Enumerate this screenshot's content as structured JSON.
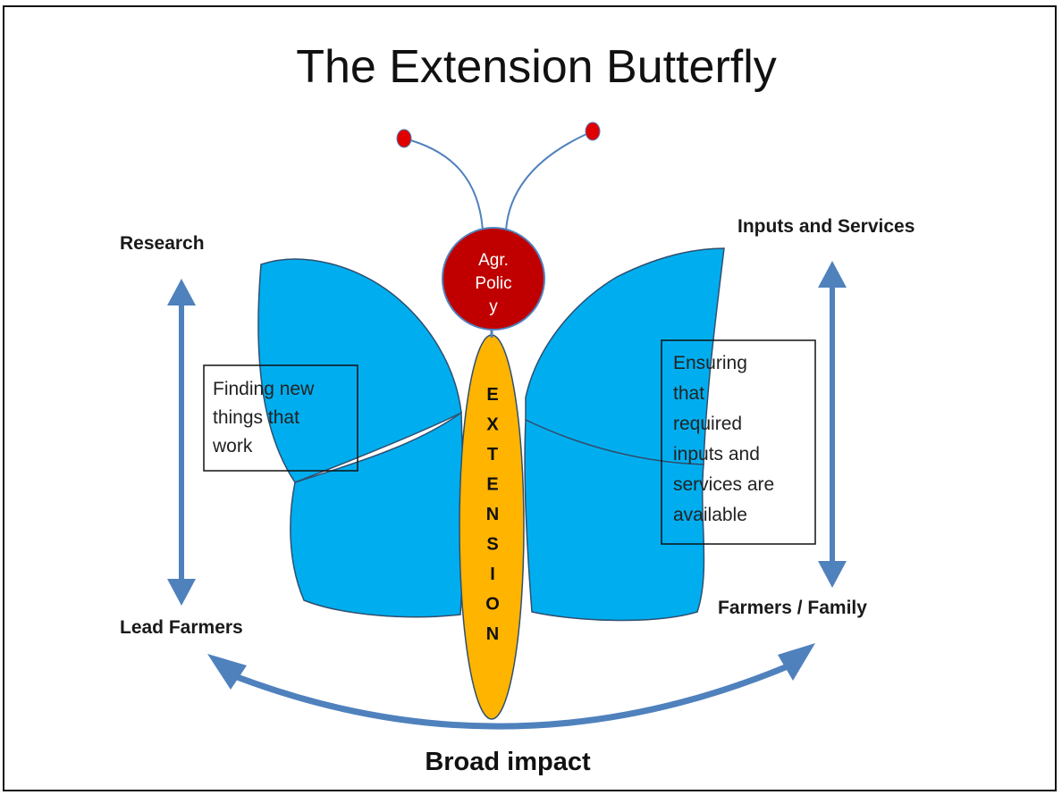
{
  "title": "The Extension Butterfly",
  "head": {
    "lines": [
      "Agr.",
      "Polic",
      "y"
    ]
  },
  "body": {
    "label": "EXTENSION"
  },
  "left": {
    "top_label": "Research",
    "bottom_label": "Lead Farmers",
    "box_lines": [
      "Finding new",
      "things that",
      "work"
    ]
  },
  "right": {
    "top_label": "Inputs and Services",
    "bottom_label": "Farmers / Family",
    "box_lines": [
      "Ensuring",
      "that",
      "required",
      "inputs and",
      "services are",
      "available"
    ]
  },
  "impact": "Broad impact",
  "colors": {
    "wing": "#00aeef",
    "body": "#ffb400",
    "head": "#c00000",
    "antenna_tip": "#e00000",
    "arrow": "#4f81bd"
  }
}
